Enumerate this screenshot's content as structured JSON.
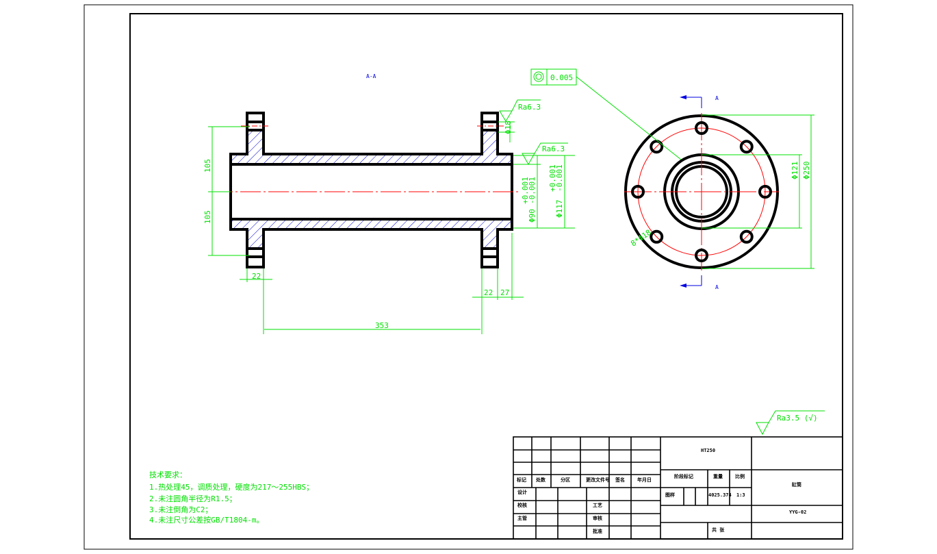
{
  "section_label": "A-A",
  "section_marker": "A",
  "surface_roughness": {
    "flange": "Ra6.3",
    "bore": "Ra6.3",
    "general": "Ra3.5 (√)"
  },
  "geometric_tolerance": {
    "symbol": "concentricity",
    "value": "0.005"
  },
  "dimensions": {
    "half_height_top": "105",
    "half_height_bottom": "105",
    "flange_width_left": "22",
    "flange_width_right": "22",
    "end_length": "27",
    "flange_spacing": "353",
    "hole_dia": "Φ18",
    "bore_dia": "Φ90",
    "bore_tol_upper": "+0.001",
    "bore_tol_lower": "-0.001",
    "outer_dia": "Φ117",
    "outer_tol_upper": "+0.001",
    "outer_tol_lower": "-0.001",
    "spigot_dia": "Φ121",
    "flange_dia": "Φ250",
    "holes": "8*Φ18"
  },
  "requirements": {
    "title": "技术要求：",
    "items": [
      "1.热处理45，调质处理，硬度为217～255HBS；",
      "2.未注圆角半径为R1.5；",
      "3.未注倒角为C2；",
      "4.未注尺寸公差按GB/T1804-m。"
    ]
  },
  "title_block": {
    "headers": [
      "标记",
      "处数",
      "分区",
      "更改文件号",
      "签名",
      "年月日"
    ],
    "roles": [
      "设计",
      "校核",
      "主管"
    ],
    "roles2": [
      "工艺",
      "审核",
      "批准"
    ],
    "material": "HT250",
    "stage_label": "阶段标记",
    "weight_label": "重量",
    "scale_label": "比例",
    "stage_value": "图样",
    "weight": "4025.374",
    "scale": "1:3",
    "part_name": "缸筒",
    "drawing_no": "YYG-02",
    "sheet": "共 张"
  }
}
